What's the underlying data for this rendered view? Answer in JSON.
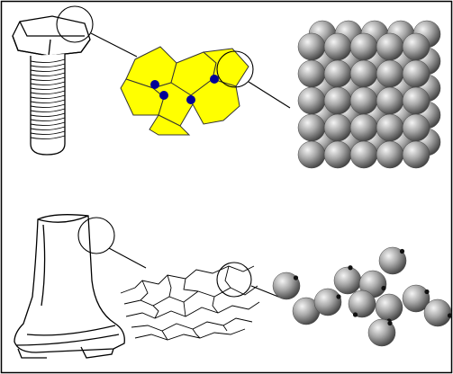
{
  "figure": {
    "background": "#ffffff",
    "frame_color": "#000000",
    "rows": [
      {
        "name": "metal-row",
        "stages": [
          "bolt",
          "crystal-grains",
          "atomic-lattice"
        ]
      },
      {
        "name": "polymer-row",
        "stages": [
          "rubber-boot",
          "polymer-chains",
          "monomer-units"
        ]
      }
    ],
    "colors": {
      "grain_fill": "#ffff00",
      "grain_boundary_node": "#000099",
      "atom_light": "#f2f2f2",
      "atom_mid": "#9a9a9a",
      "atom_dark": "#3c3c3c",
      "line": "#000000"
    }
  }
}
